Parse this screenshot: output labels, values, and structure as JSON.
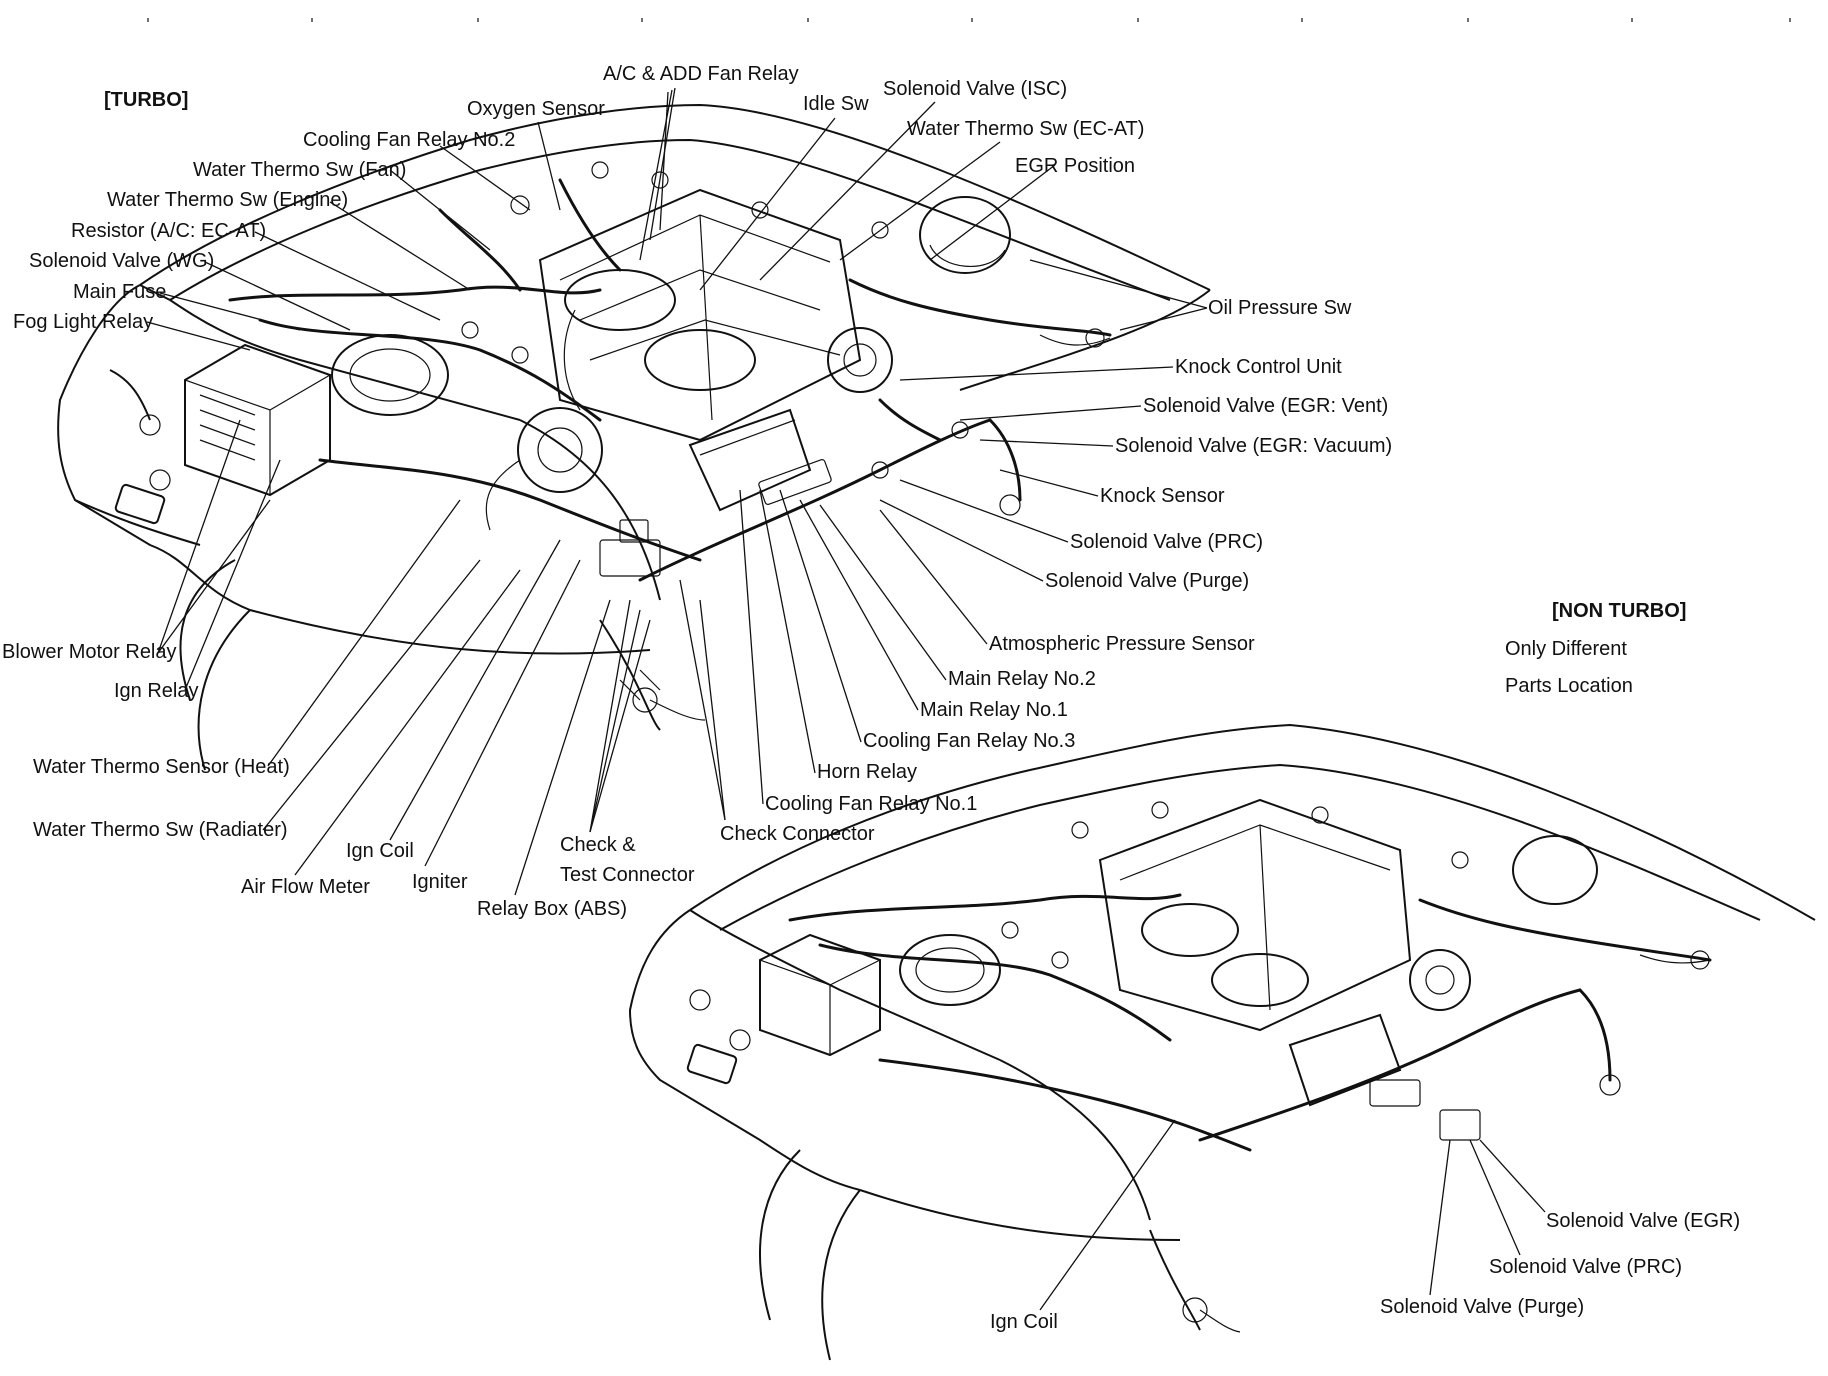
{
  "turbo": {
    "heading": "[TURBO]",
    "labels": [
      "A/C & ADD Fan Relay",
      "Oxygen Sensor",
      "Idle Sw",
      "Solenoid Valve (ISC)",
      "Cooling Fan Relay No.2",
      "Water Thermo Sw (EC-AT)",
      "Water Thermo Sw (Fan)",
      "EGR Position",
      "Water Thermo Sw (Engine)",
      "Resistor (A/C: EC-AT)",
      "Solenoid Valve (WG)",
      "Main Fuse",
      "Fog Light Relay",
      "Oil Pressure Sw",
      "Knock Control Unit",
      "Solenoid Valve (EGR: Vent)",
      "Solenoid Valve (EGR: Vacuum)",
      "Knock Sensor",
      "Solenoid Valve (PRC)",
      "Solenoid Valve (Purge)",
      "Atmospheric Pressure Sensor",
      "Main Relay No.2",
      "Main Relay No.1",
      "Cooling Fan Relay No.3",
      "Horn Relay",
      "Cooling Fan Relay No.1",
      "Check Connector",
      "Blower Motor Relay",
      "Ign Relay",
      "Water Thermo Sensor (Heat)",
      "Water Thermo Sw (Radiater)",
      "Ign Coil",
      "Air Flow Meter",
      "Igniter",
      "Check &",
      "Test Connector",
      "Relay Box (ABS)"
    ]
  },
  "non_turbo": {
    "heading": "[NON TURBO]",
    "note_lines": [
      "Only Different",
      "Parts Location"
    ],
    "labels": [
      "Solenoid Valve (EGR)",
      "Solenoid Valve (PRC)",
      "Solenoid Valve (Purge)",
      "Ign Coil"
    ]
  }
}
